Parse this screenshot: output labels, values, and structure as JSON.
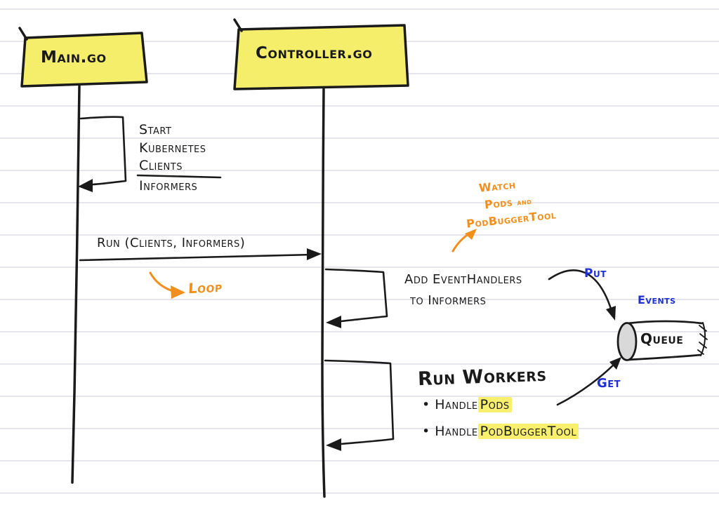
{
  "diagram": {
    "title_boxes": {
      "main": "Main.go",
      "controller": "Controller.go"
    },
    "start_call": {
      "line1": "Start",
      "line2": "Kubernetes",
      "line3": "Clients",
      "line4": "Informers"
    },
    "run_message": "Run (Clients, Informers)",
    "loop_label": "Loop",
    "watch_note": {
      "line1": "Watch",
      "pods": "Pods",
      "and": "and",
      "tool": "PodBuggerTool"
    },
    "add_handlers": {
      "line1": "Add EventHandlers",
      "line2": "to Informers"
    },
    "queue": {
      "put": "Put",
      "get": "Get",
      "events": "Events",
      "name": "Queue"
    },
    "workers": {
      "title": "Run Workers",
      "bullet": "•",
      "handle1": "Handle",
      "pods": "Pods",
      "handle2": "Handle",
      "tool": "PodBuggerTool"
    },
    "colors": {
      "sticky": "#f5ee6b",
      "orange": "#f28f1c",
      "blue": "#1f2fd0",
      "ink": "#1a1a1a",
      "highlight": "#f8ef6d"
    }
  }
}
